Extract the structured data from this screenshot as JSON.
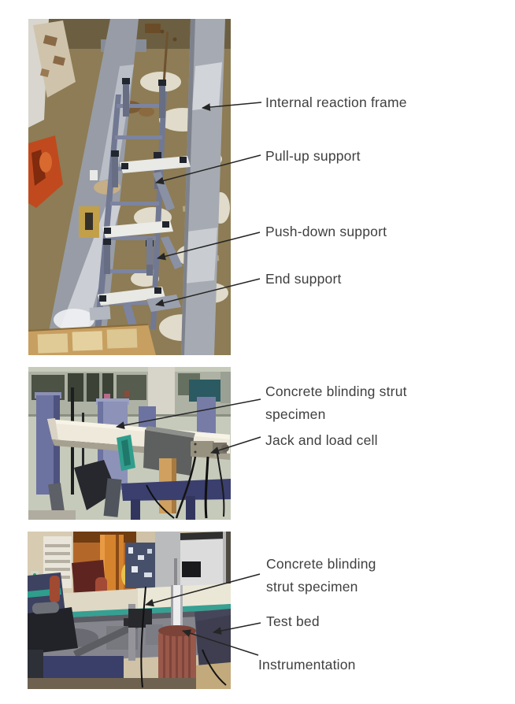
{
  "figure": {
    "background": "#ffffff",
    "text_color": "#3f3f3f",
    "leader_line_color": "#252525"
  },
  "photos": [
    {
      "alt": "Overhead view of internal reaction frame assembled on laboratory floor"
    },
    {
      "alt": "Concrete blinding strut specimen in loading rig with jack and load cell"
    },
    {
      "alt": "Concrete blinding strut specimen on test bed with instrumentation"
    }
  ],
  "annotations": [
    {
      "label": "Internal reaction frame"
    },
    {
      "label": "Pull-up support"
    },
    {
      "label": "Push-down support"
    },
    {
      "label": "End support"
    },
    {
      "label": "Concrete blinding strut specimen"
    },
    {
      "label": "Jack and load cell"
    },
    {
      "label": "Concrete blinding strut specimen"
    },
    {
      "label": "Test bed"
    },
    {
      "label": "Instrumentation"
    }
  ]
}
